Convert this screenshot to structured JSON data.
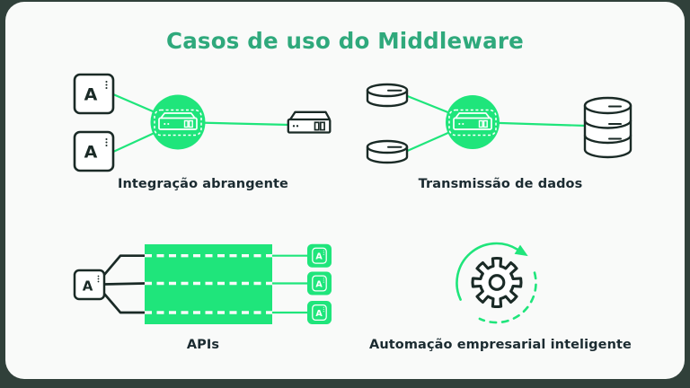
{
  "title": "Casos de uso do Middleware",
  "app_letter": "A",
  "colors": {
    "background": "#30403a",
    "card": "#f9faf9",
    "accent_green": "#1fe57b",
    "title_green": "#2fa97c",
    "text_dark": "#1b2b31",
    "icon_outline_dark": "#1a2a26",
    "icon_on_green": "#ffffff"
  },
  "use_cases": [
    {
      "id": "integration",
      "label": "Integração abrangente"
    },
    {
      "id": "transmission",
      "label": "Transmissão de dados"
    },
    {
      "id": "apis",
      "label": "APIs"
    },
    {
      "id": "automation",
      "label": "Automação empresarial inteligente"
    }
  ],
  "icons": {
    "app_box": "app-box-icon",
    "middleware_server": "middleware-server-icon",
    "network_device": "network-device-icon",
    "data_disk": "data-disk-icon",
    "database": "database-icon",
    "api_pipeline": "api-pipeline-icon",
    "gear": "gear-icon",
    "cycle_arrow": "cycle-arrow-icon"
  }
}
